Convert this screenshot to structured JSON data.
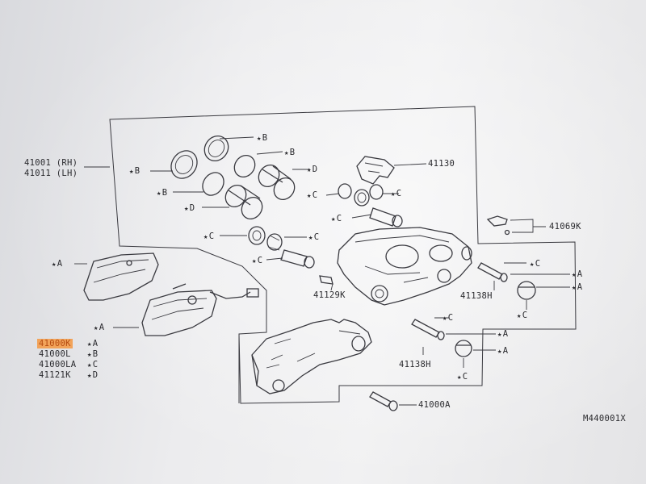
{
  "assembly_labels": {
    "rh": "41001 (RH)",
    "lh": "41011 (LH)"
  },
  "part_numbers": {
    "bracket": "41130",
    "sensor": "41069K",
    "bleeder": "41129K",
    "pin_upper": "41138H",
    "pin_lower": "41138H",
    "bolt": "41000A"
  },
  "callouts": {
    "seal_b1": "B",
    "seal_b2": "B",
    "seal_b3": "B",
    "seal_b4": "B",
    "piston_d1": "D",
    "piston_d2": "D",
    "c_1": "C",
    "c_2": "C",
    "c_3": "C",
    "c_4": "C",
    "c_5": "C",
    "c_6": "C",
    "c_7": "C",
    "c_8": "C",
    "c_9": "C",
    "c_10": "C",
    "pad_a1": "A",
    "pad_a2": "A",
    "a_1": "A",
    "a_2": "A",
    "a_3": "A",
    "a_4": "A"
  },
  "legend": [
    {
      "code": "41000K",
      "mark": "A",
      "highlighted": true
    },
    {
      "code": "41000L",
      "mark": "B",
      "highlighted": false
    },
    {
      "code": "41000LA",
      "mark": "C",
      "highlighted": false
    },
    {
      "code": "41121K",
      "mark": "D",
      "highlighted": false
    }
  ],
  "diagram_id": "M440001X",
  "colors": {
    "highlight_bg": "#f2a35a",
    "highlight_text": "#b44a10",
    "ink": "#2a2a2e"
  }
}
